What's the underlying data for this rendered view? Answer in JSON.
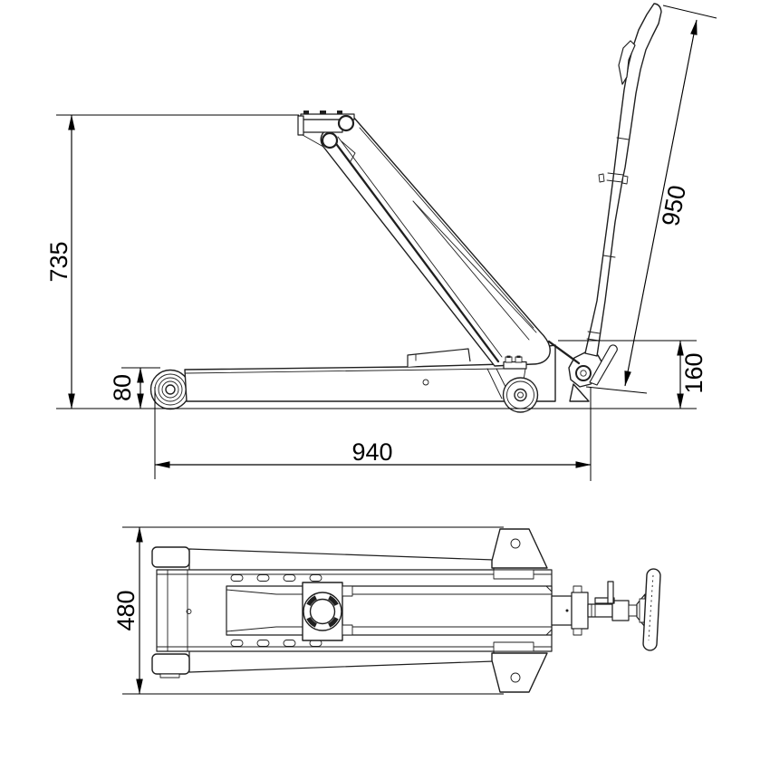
{
  "drawing": {
    "kind": "technical-drawing-floor-jack",
    "background": "#ffffff",
    "line_color": "#1f1f1f",
    "dimension_color": "#000000",
    "dimensions": {
      "overall_height": "735",
      "min_height": "80",
      "length": "940",
      "handle_length": "950",
      "rear_height": "160",
      "width": "480"
    }
  }
}
